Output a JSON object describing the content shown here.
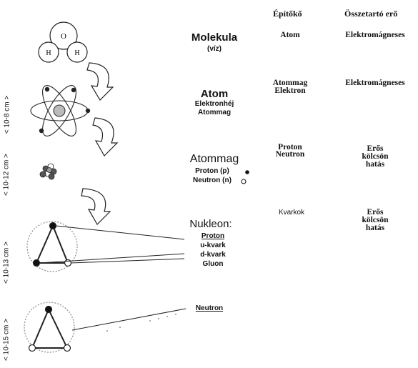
{
  "columns": {
    "building_block": "Építőkő",
    "binding_force": "Összetartó erő"
  },
  "scales": [
    "< 10-8 cm >",
    "< 10-12 cm >",
    "< 10-13 cm >",
    "< 10-15 cm >"
  ],
  "molecule_icon": {
    "o": "O",
    "h1": "H",
    "h2": "H"
  },
  "levels": {
    "molecule": {
      "title": "Molekula",
      "sub": "(víz)",
      "block": "Atom",
      "force": "Elektromágneses"
    },
    "atom": {
      "title": "Atom",
      "sub1": "Elektronhéj",
      "sub2": "Atommag",
      "block1": "Atommag",
      "block2": "Elektron",
      "force": "Elektromágneses"
    },
    "nucleus": {
      "title": "Atommag",
      "proton": "Proton (p)",
      "neutron": "Neutron (n)",
      "block1": "Proton",
      "block2": "Neutron",
      "force1": "Erős",
      "force2": "kölcsön",
      "force3": "hatás"
    },
    "nucleon": {
      "title": "Nukleon:",
      "proton": "Proton",
      "u": "u-kvark",
      "d": "d-kvark",
      "gluon": "Gluon",
      "neutron": "Neutron",
      "block": "Kvarkok",
      "force1": "Erős",
      "force2": "kölcsön",
      "force3": "hatás"
    }
  }
}
